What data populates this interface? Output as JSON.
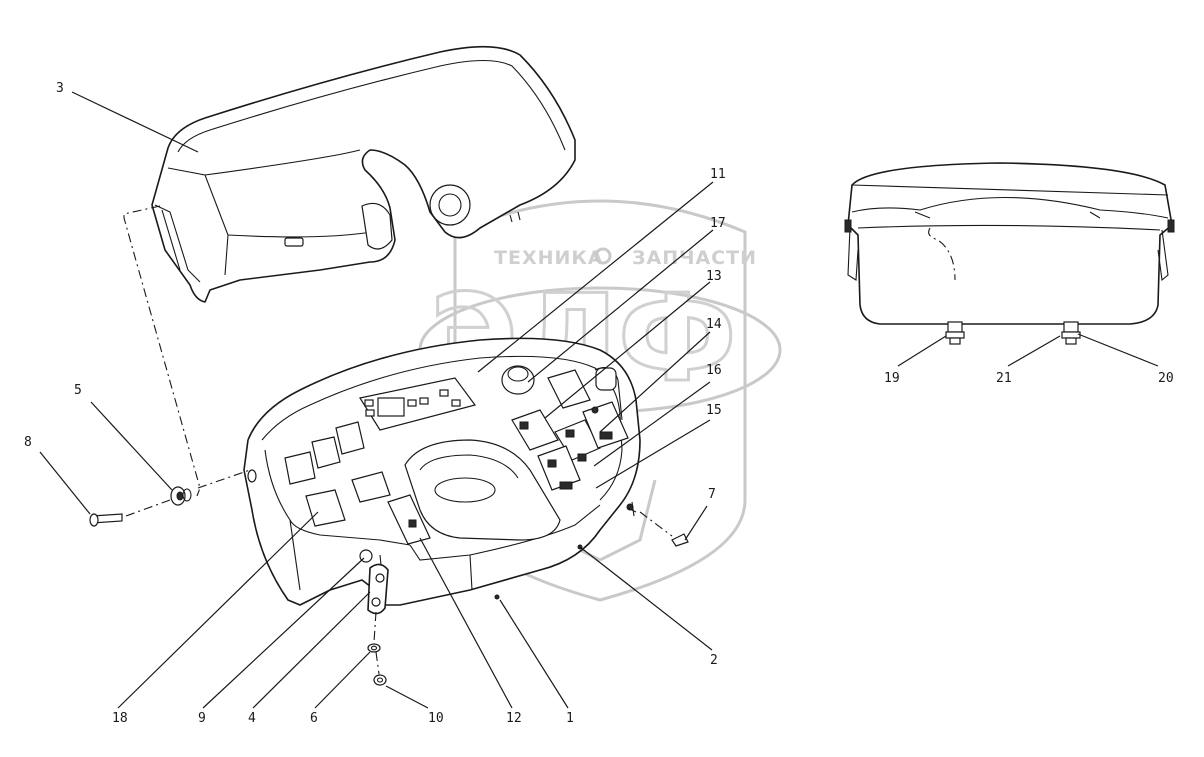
{
  "watermark": {
    "left_word": "ТЕХНИКА",
    "right_word": "ЗАПЧАСТИ",
    "logo_letters": "ЭЛФ"
  },
  "callouts": [
    {
      "id": "c1",
      "label": "1"
    },
    {
      "id": "c2",
      "label": "2"
    },
    {
      "id": "c3",
      "label": "3"
    },
    {
      "id": "c4",
      "label": "4"
    },
    {
      "id": "c5",
      "label": "5"
    },
    {
      "id": "c6",
      "label": "6"
    },
    {
      "id": "c7",
      "label": "7"
    },
    {
      "id": "c8",
      "label": "8"
    },
    {
      "id": "c9",
      "label": "9"
    },
    {
      "id": "c10",
      "label": "10"
    },
    {
      "id": "c11",
      "label": "11"
    },
    {
      "id": "c12",
      "label": "12"
    },
    {
      "id": "c13",
      "label": "13"
    },
    {
      "id": "c14",
      "label": "14"
    },
    {
      "id": "c15",
      "label": "15"
    },
    {
      "id": "c16",
      "label": "16"
    },
    {
      "id": "c17",
      "label": "17"
    },
    {
      "id": "c18",
      "label": "18"
    },
    {
      "id": "c19",
      "label": "19"
    },
    {
      "id": "c20",
      "label": "20"
    },
    {
      "id": "c21",
      "label": "21"
    }
  ]
}
